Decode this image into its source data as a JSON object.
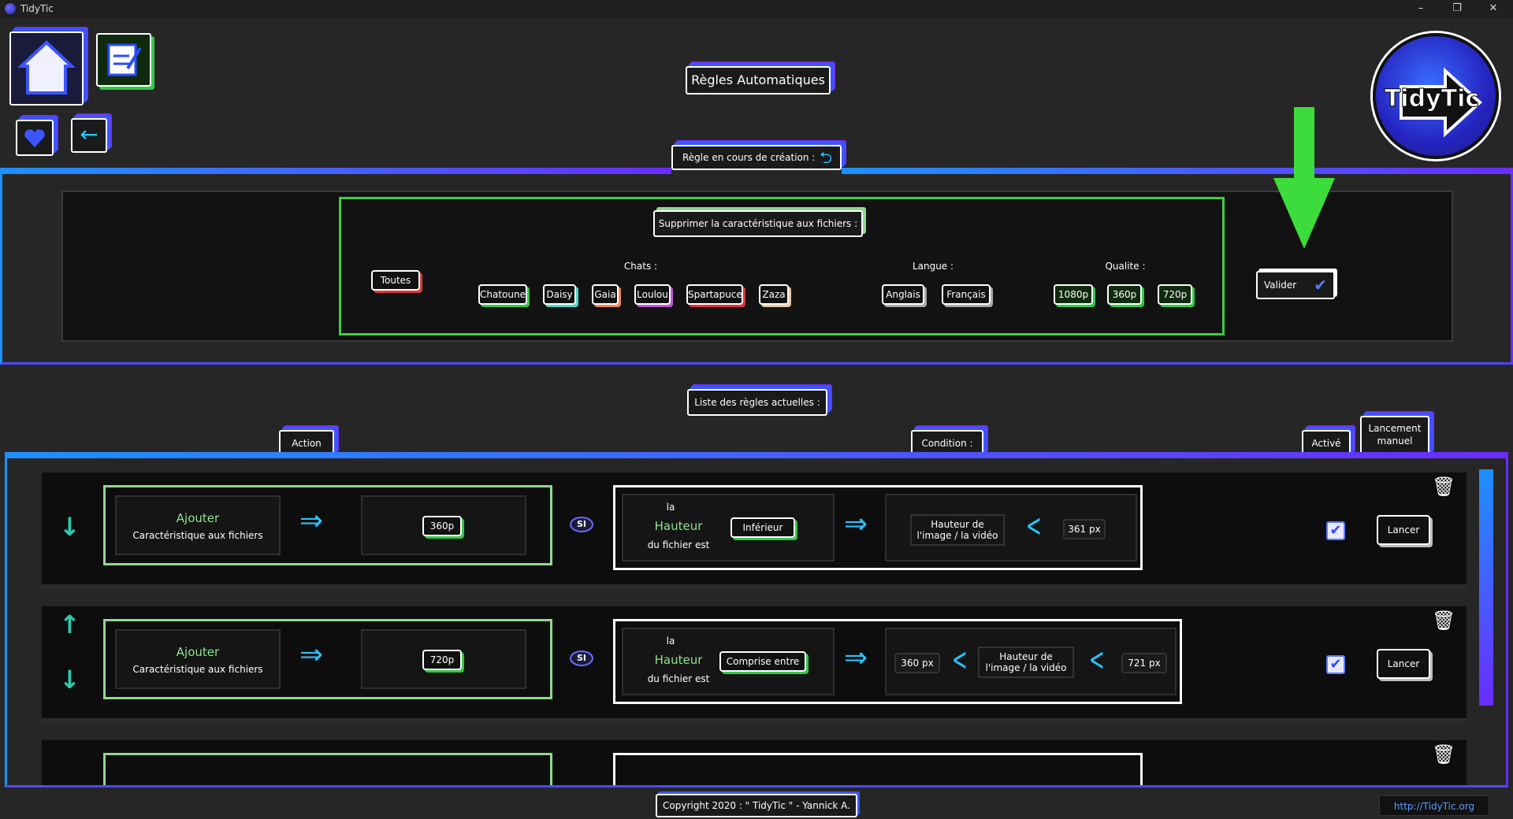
{
  "window": {
    "title": "TidyTic",
    "minimize": "–",
    "restore": "❐",
    "close": "✕"
  },
  "nav": {
    "home_icon": "home-icon",
    "edit_icon": "edit-icon",
    "favorite_icon": "heart-icon",
    "back_icon": "back-arrow-icon",
    "back_glyph": "←"
  },
  "page_title": "Règles Automatiques",
  "logo_text": "TidyTic",
  "creation": {
    "header": "Règle en cours de création :",
    "undo_glyph": "⮌",
    "prompt": "Supprimer la caractéristique aux fichiers :",
    "all_label": "Toutes",
    "cats_label": "Chats :",
    "cats": [
      {
        "name": "Chatoune",
        "color": "#33c84a"
      },
      {
        "name": "Daisy",
        "color": "#4fd6c8"
      },
      {
        "name": "Gaia",
        "color": "#f08a5a"
      },
      {
        "name": "Loulou",
        "color": "#c05ad8"
      },
      {
        "name": "Spartapuce",
        "color": "#e0323c"
      },
      {
        "name": "Zaza",
        "color": "#f0c8a0"
      }
    ],
    "lang_label": "Langue :",
    "langs": [
      "Anglais",
      "Français"
    ],
    "quality_label": "Qualite :",
    "qualities": [
      "1080p",
      "360p",
      "720p"
    ],
    "validate_label": "Valider",
    "validate_glyph": "✔"
  },
  "rules_list": {
    "header": "Liste des règles actuelles :",
    "col_action": "Action",
    "col_condition": "Condition :",
    "col_active": "Activé",
    "col_manual_1": "Lancement",
    "col_manual_2": "manuel",
    "rules": [
      {
        "action": "Ajouter",
        "action_sub": "Caractéristique aux fichiers",
        "value": "360p",
        "si": "SI",
        "cond_la": "la",
        "cond_attr": "Hauteur",
        "cond_sub": "du fichier est",
        "comparator": "Inférieur",
        "cond_target_1": "Hauteur de",
        "cond_target_2": "l'image / la vidéo",
        "bound_high": "361 px",
        "active": true,
        "launch": "Lancer"
      },
      {
        "action": "Ajouter",
        "action_sub": "Caractéristique aux fichiers",
        "value": "720p",
        "si": "SI",
        "cond_la": "la",
        "cond_attr": "Hauteur",
        "cond_sub": "du fichier est",
        "comparator": "Comprise entre",
        "bound_low": "360 px",
        "cond_target_1": "Hauteur de",
        "cond_target_2": "l'image / la vidéo",
        "bound_high": "721 px",
        "active": true,
        "launch": "Lancer"
      }
    ]
  },
  "footer": {
    "copyright": "Copyright 2020 : \" TidyTic \" - Yannick A.",
    "url": "http://TidyTic.org"
  },
  "colors": {
    "accent_blue": "#1e90ff",
    "accent_purple": "#6a2cff",
    "green": "#3fcf3f",
    "arrow_green": "#3cdc3c"
  }
}
